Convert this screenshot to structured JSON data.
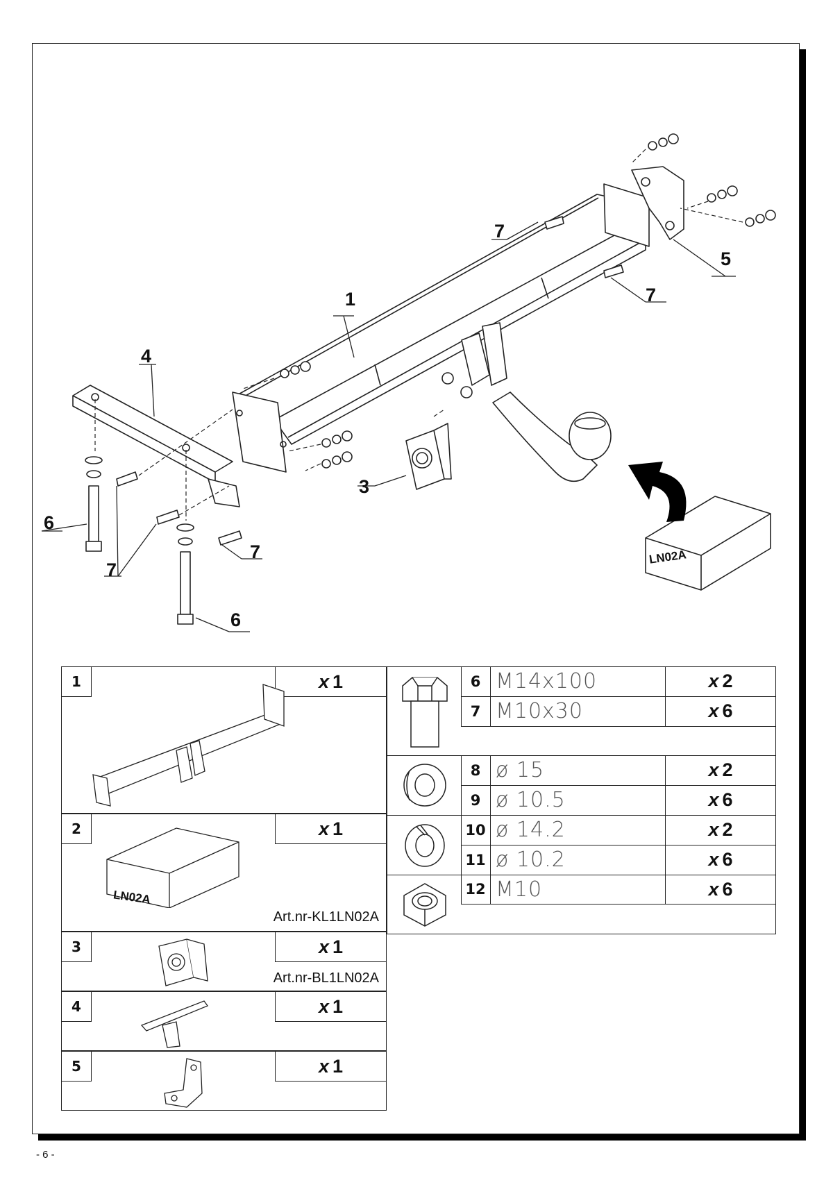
{
  "page": {
    "number": "- 6 -"
  },
  "diagram": {
    "callouts": [
      {
        "id": "c1",
        "text": "1"
      },
      {
        "id": "c3",
        "text": "3"
      },
      {
        "id": "c4",
        "text": "4"
      },
      {
        "id": "c5",
        "text": "5"
      },
      {
        "id": "c6a",
        "text": "6"
      },
      {
        "id": "c6b",
        "text": "6"
      },
      {
        "id": "c7a",
        "text": "7"
      },
      {
        "id": "c7b",
        "text": "7"
      },
      {
        "id": "c7c",
        "text": "7"
      },
      {
        "id": "c7d",
        "text": "7"
      }
    ],
    "box_label": "LN02A"
  },
  "parts": [
    {
      "no": "1",
      "mult": "x",
      "qty": "1",
      "art": ""
    },
    {
      "no": "2",
      "mult": "x",
      "qty": "1",
      "art": "Art.nr-KL1LN02A",
      "box_label": "LN02A"
    },
    {
      "no": "3",
      "mult": "x",
      "qty": "1",
      "art": "Art.nr-BL1LN02A"
    },
    {
      "no": "4",
      "mult": "x",
      "qty": "1",
      "art": ""
    },
    {
      "no": "5",
      "mult": "x",
      "qty": "1",
      "art": ""
    }
  ],
  "hardware": [
    {
      "no": "6",
      "spec": "M14x100",
      "mult": "x",
      "qty": "2"
    },
    {
      "no": "7",
      "spec": "M10x30",
      "mult": "x",
      "qty": "6"
    },
    {
      "no": "8",
      "spec": "ø 15",
      "mult": "x",
      "qty": "2"
    },
    {
      "no": "9",
      "spec": "ø 10.5",
      "mult": "x",
      "qty": "6"
    },
    {
      "no": "10",
      "spec": "ø 14.2",
      "mult": "x",
      "qty": "2"
    },
    {
      "no": "11",
      "spec": "ø 10.2",
      "mult": "x",
      "qty": "6"
    },
    {
      "no": "12",
      "spec": "M10",
      "mult": "x",
      "qty": "6"
    }
  ],
  "icons": [
    "bolt-icon",
    "washer-icon",
    "spring-washer-icon",
    "nut-icon",
    "curved-arrow-icon"
  ]
}
